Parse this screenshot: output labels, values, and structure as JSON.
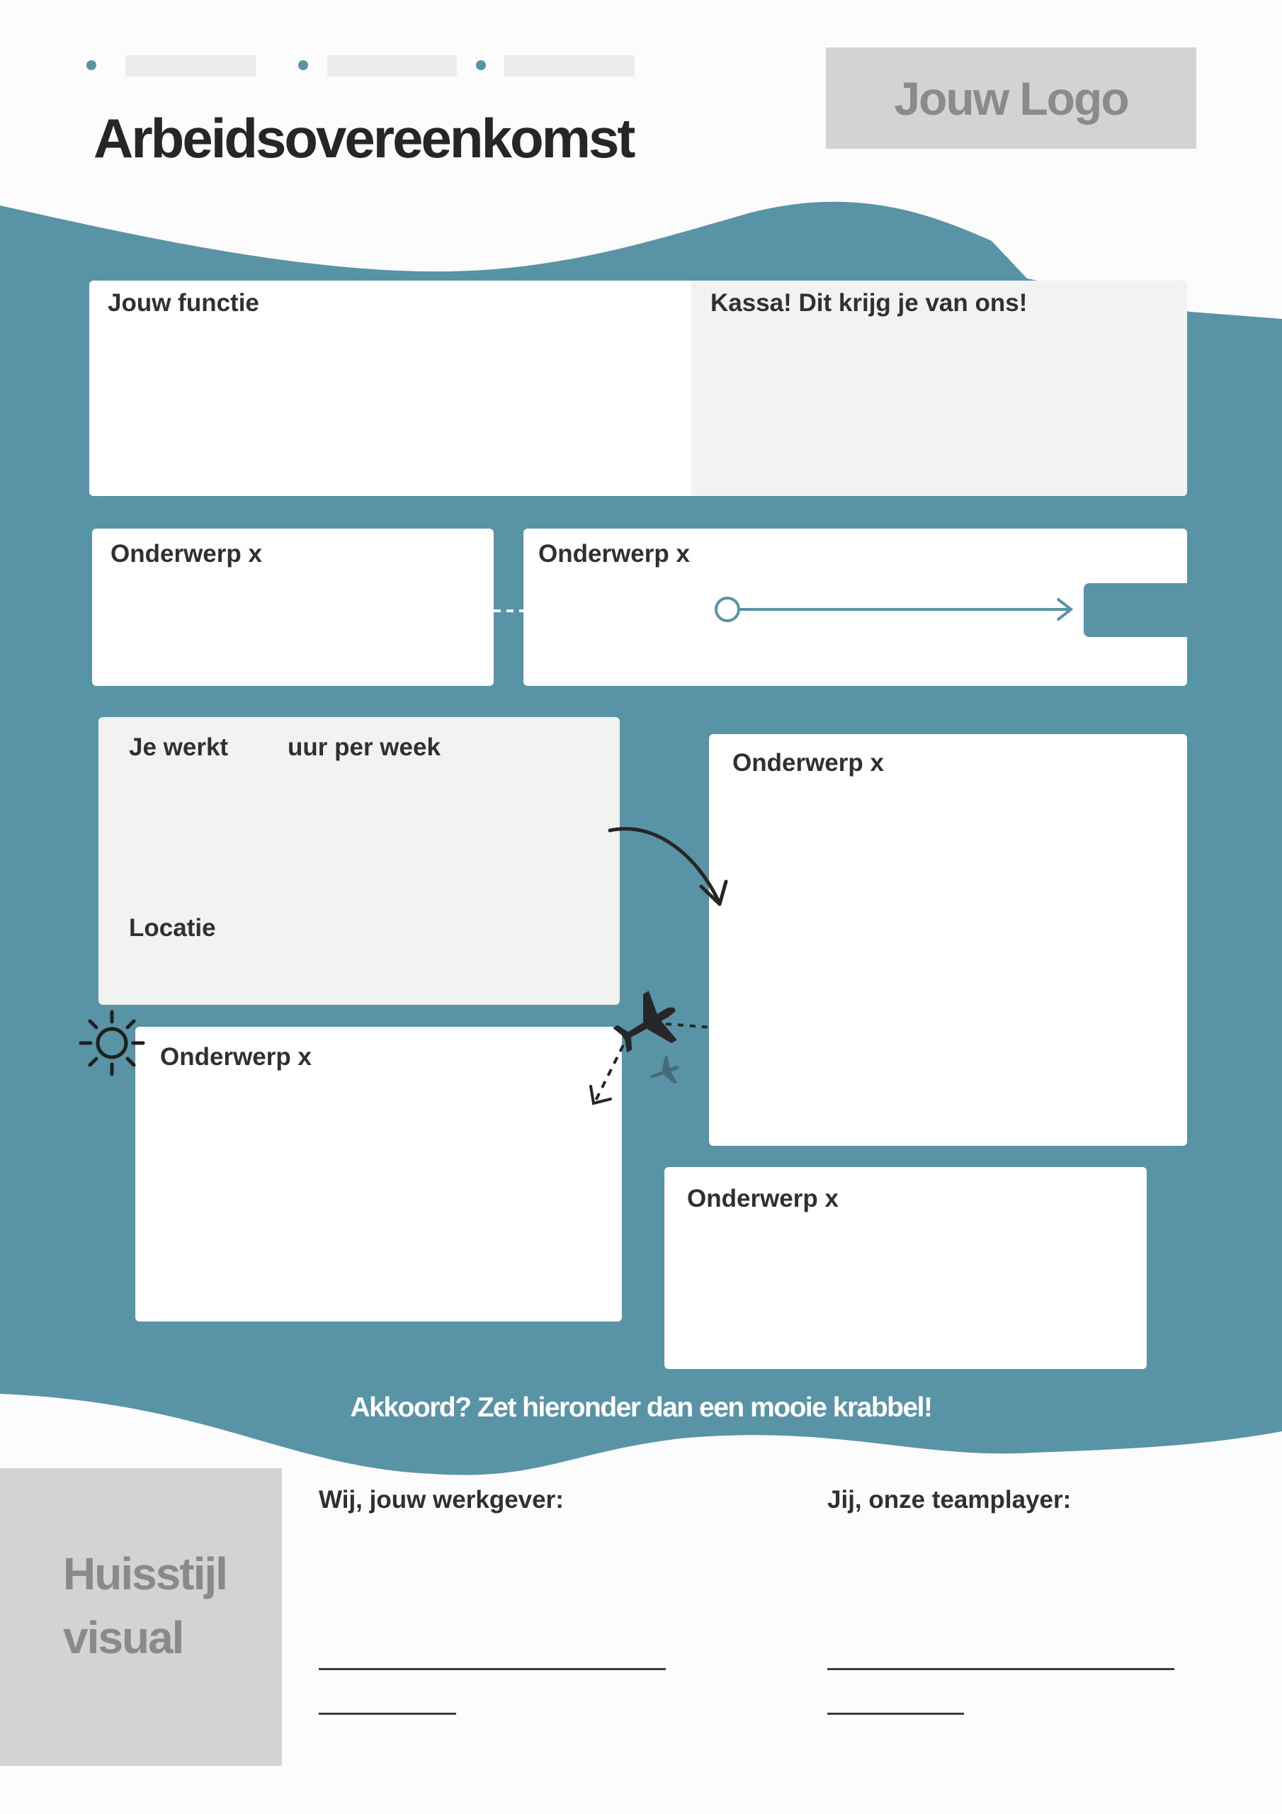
{
  "header": {
    "title": "Arbeidsovereenkomst",
    "logo_text": "Jouw Logo"
  },
  "sections": {
    "jouw_functie": "Jouw functie",
    "kassa": "Kassa! Dit krijg je van ons!",
    "onderwerp_1": "Onderwerp x",
    "onderwerp_2": "Onderwerp x",
    "je_werkt": "Je werkt",
    "uur_per_week": "uur per week",
    "locatie": "Locatie",
    "onderwerp_3": "Onderwerp x",
    "onderwerp_4": "Onderwerp x",
    "onderwerp_5": "Onderwerp x"
  },
  "signature": {
    "consent_text": "Akkoord? Zet hieronder dan een mooie krabbel!",
    "employer_label": "Wij, jouw werkgever:",
    "employee_label": "Jij, onze teamplayer:"
  },
  "visual": {
    "line1": "Huisstijl",
    "line2": "visual"
  },
  "colors": {
    "accent": "#5893a6",
    "box_grey": "#f2f2f1",
    "placeholder_grey": "#d3d3d3"
  },
  "icons": [
    "sun-icon",
    "airplane-icon",
    "curved-arrow-icon",
    "timeline-arrow-icon"
  ]
}
